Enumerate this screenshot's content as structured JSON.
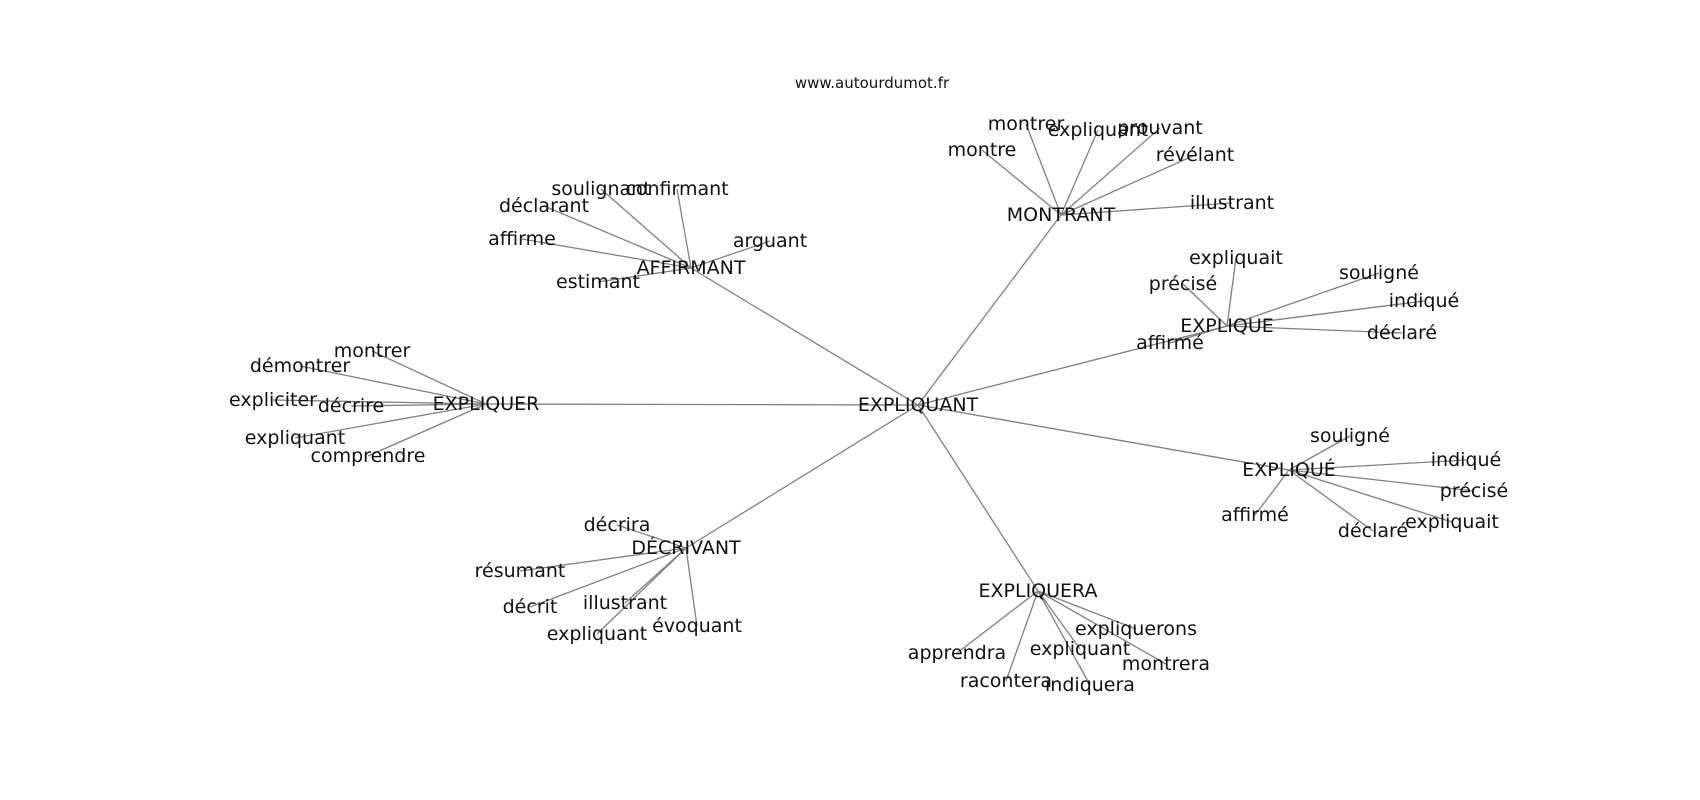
{
  "source": "www.autourdumot.fr",
  "colors": {
    "edge": "#808080",
    "text": "#111111",
    "background": "#ffffff"
  },
  "graph": {
    "center": "EXPLIQUANT",
    "hubs": [
      {
        "id": "explique",
        "label": "EXPLIQUÉ",
        "leaves": [
          "souligné",
          "indiqué",
          "précisé",
          "expliquait",
          "déclaré",
          "affirmé"
        ]
      },
      {
        "id": "expliquer",
        "label": "EXPLIQUER",
        "leaves": [
          "montrer",
          "démontrer",
          "expliciter",
          "décrire",
          "expliquant",
          "comprendre"
        ]
      },
      {
        "id": "affirmant",
        "label": "AFFIRMANT",
        "leaves": [
          "soulignant",
          "confirmant",
          "déclarant",
          "affirme",
          "arguant",
          "estimant"
        ]
      },
      {
        "id": "montrant",
        "label": "MONTRANT",
        "leaves": [
          "montrer",
          "expliquant",
          "prouvant",
          "montre",
          "révélant",
          "illustrant"
        ]
      },
      {
        "id": "explique-plain",
        "label": "EXPLIQUE",
        "leaves": [
          "expliquait",
          "souligné",
          "précisé",
          "indiqué",
          "déclaré",
          "affirmé"
        ]
      },
      {
        "id": "decrivant",
        "label": "DÉCRIVANT",
        "leaves": [
          "décrira",
          "résumant",
          "décrit",
          "illustrant",
          "expliquant",
          "évoquant"
        ]
      },
      {
        "id": "expliquera",
        "label": "EXPLIQUERA",
        "leaves": [
          "expliquerons",
          "apprendra",
          "expliquant",
          "montrera",
          "racontera",
          "indiquera"
        ]
      }
    ]
  }
}
